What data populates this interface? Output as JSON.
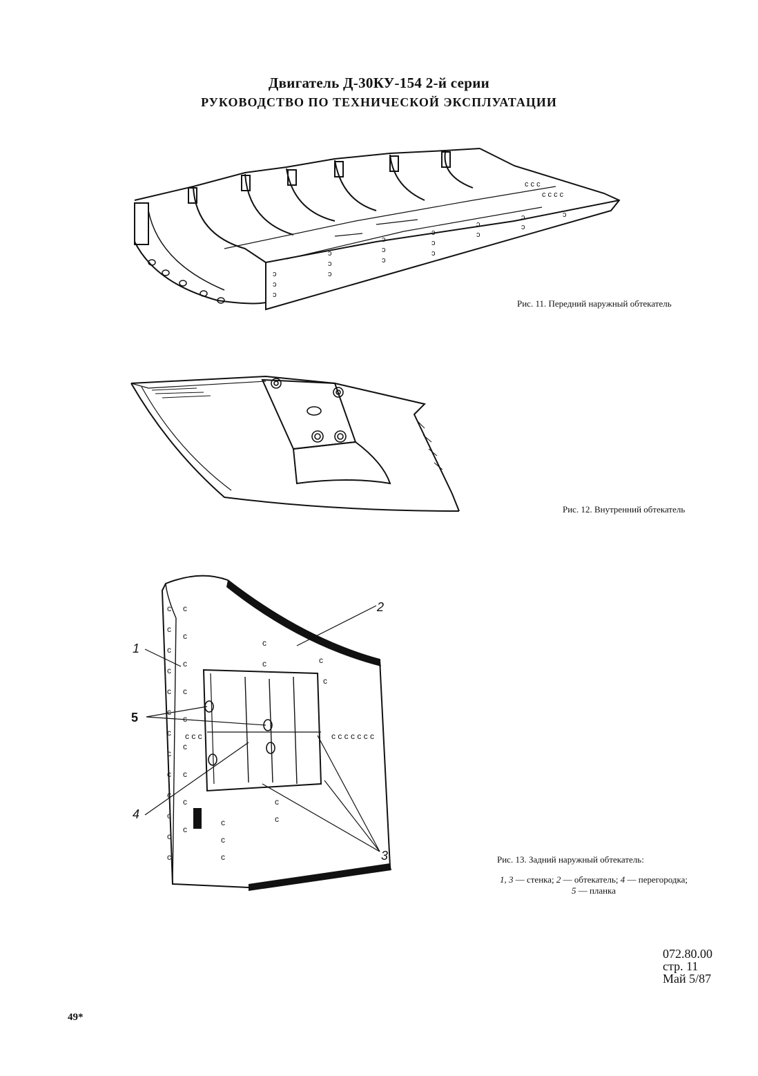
{
  "header": {
    "line1": "Двигатель Д-30КУ-154 2-й серии",
    "line2": "РУКОВОДСТВО ПО ТЕХНИЧЕСКОЙ ЭКСПЛУАТАЦИИ"
  },
  "figures": [
    {
      "caption": "Рис. 11. Передний наружный обтекатель"
    },
    {
      "caption": "Рис. 12. Внутренний обтекатель"
    },
    {
      "caption": "Рис. 13. Задний наружный обтекатель:",
      "legend": {
        "n1": "1, 3",
        "t1": " — стенка; ",
        "n2": "2",
        "t2": " — обтекатель; ",
        "n3": "4",
        "t3": " — перегородка;",
        "n4": "5",
        "t4": " — планка"
      },
      "callouts": [
        "1",
        "2",
        "3",
        "4",
        "5"
      ]
    }
  ],
  "doc_code": {
    "section": "072.80.00",
    "page": "стр. 11",
    "date": "Май 5/87"
  },
  "page_mark": "49*"
}
